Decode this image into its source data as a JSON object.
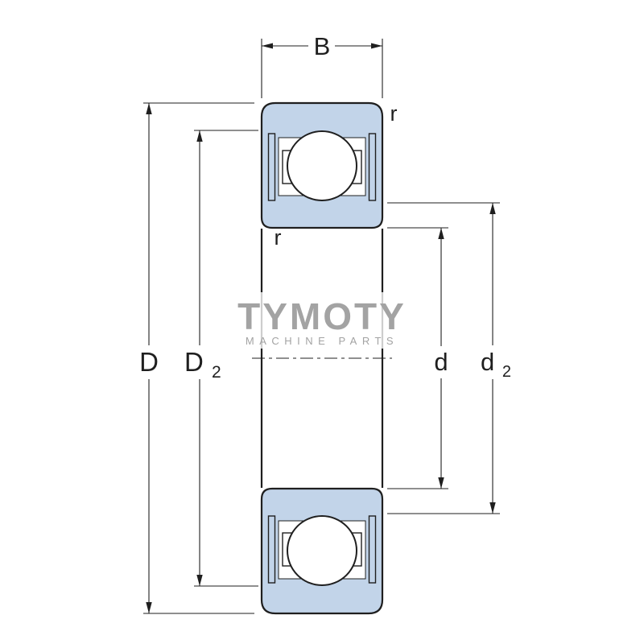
{
  "watermark": {
    "brand": "TYMOTY",
    "tagline": "MACHINE PARTS"
  },
  "dimensions": {
    "width": "B",
    "outer_diameter": "D",
    "recess_outer_base": "D",
    "recess_outer_sub": "2",
    "bore": "d",
    "recess_inner_base": "d",
    "recess_inner_sub": "2",
    "fillet_top": "r",
    "fillet_bottom": "r"
  },
  "colors": {
    "bearing_fill": "#c2d4e9",
    "line": "#1f1f1f",
    "watermark": "#a3a3a3",
    "background": "#ffffff"
  }
}
